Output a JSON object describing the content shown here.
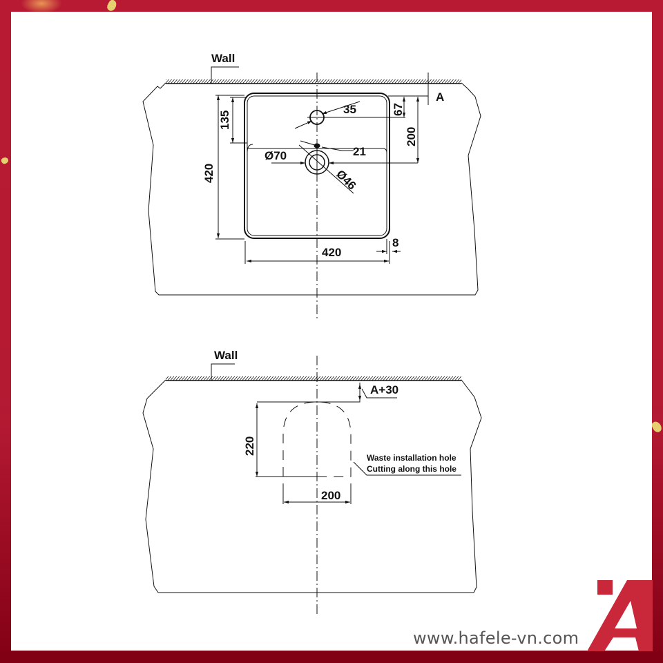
{
  "frame": {
    "border_color": "#b81a33",
    "border_dark": "#820014",
    "confetti_color": "#e6cf6e"
  },
  "top_view": {
    "wall_label": "Wall",
    "ref_label": "A",
    "dimensions": {
      "tap_hole_dia": "35",
      "tap_to_wall": "67",
      "waste_to_wall": "200",
      "tap_to_edge": "135",
      "overflow": "21",
      "waste_outer": "Ø70",
      "waste_inner": "Ø46",
      "basin_depth": "420",
      "basin_width": "420",
      "rim": "8"
    }
  },
  "cutout_view": {
    "wall_label": "Wall",
    "offset_label": "A+30",
    "height": "220",
    "width": "200",
    "note_line1": "Waste installation hole",
    "note_line2": "Cutting along this hole"
  },
  "branding": {
    "url": "www.hafele-vn.com",
    "logo_color": "#c8283a",
    "logo_name": "hafele-logo"
  }
}
